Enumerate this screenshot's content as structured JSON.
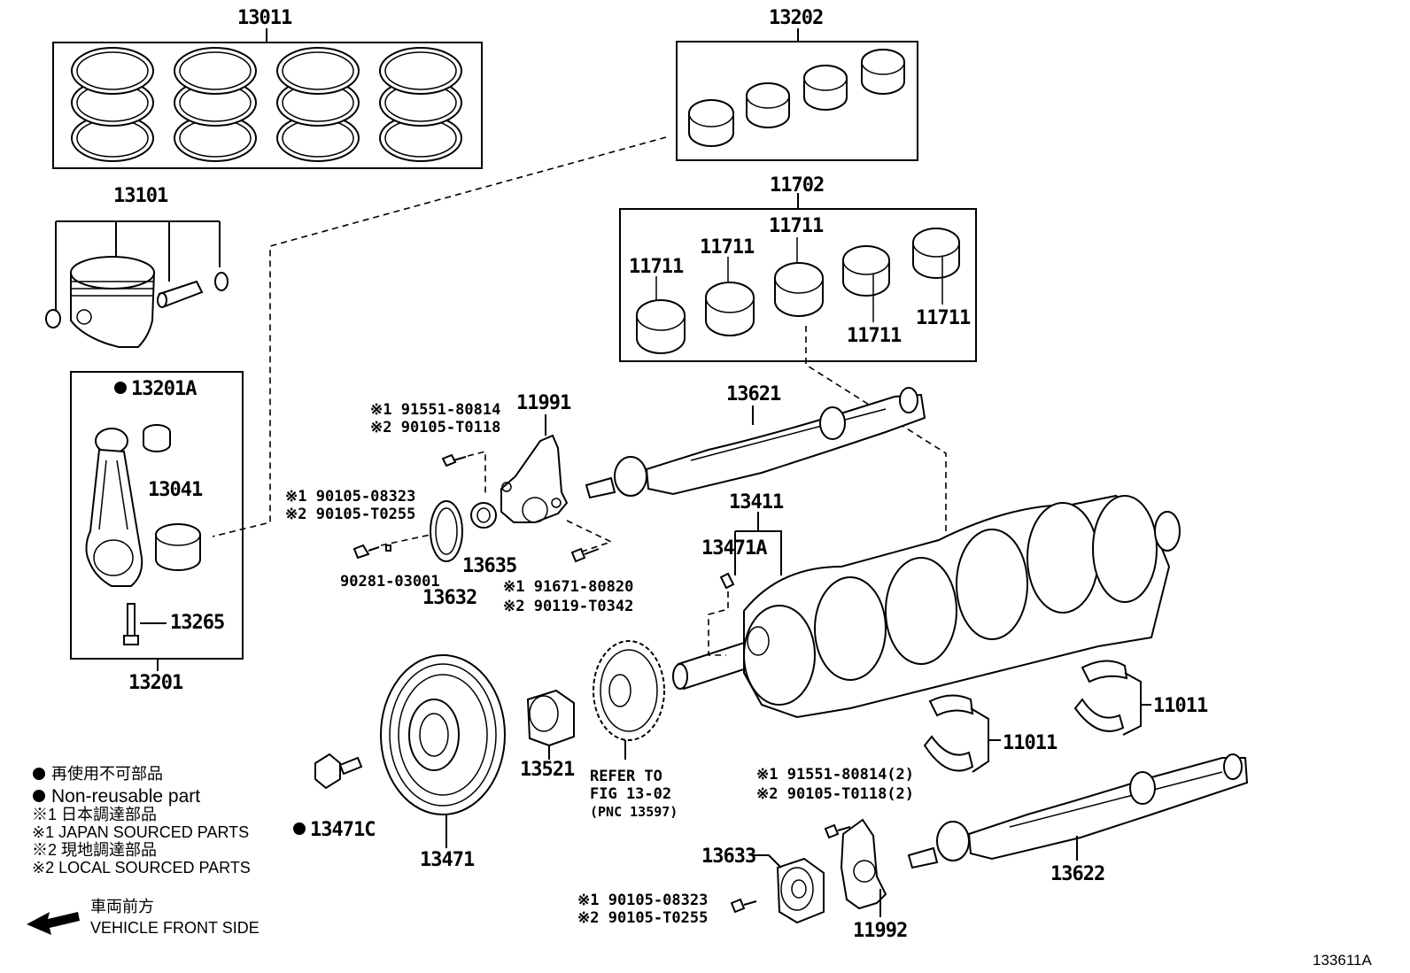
{
  "diagram_id": "133611A",
  "legend": {
    "non_reusable_jp": "再使用不可部品",
    "non_reusable_en": "Non-reusable part",
    "japan_sourced_jp": "※1  日本調達部品",
    "japan_sourced_en": "※1  JAPAN SOURCED PARTS",
    "local_sourced_jp": "※2  現地調達部品",
    "local_sourced_en": "※2  LOCAL SOURCED PARTS",
    "front_jp": "車両前方",
    "front_en": "VEHICLE FRONT SIDE"
  },
  "refer": {
    "line1": "REFER TO",
    "line2": "FIG 13-02",
    "line3": "(PNC 13597)"
  },
  "labels": {
    "p13011": "13011",
    "p13202": "13202",
    "p13101": "13101",
    "p11702": "11702",
    "p11711_a": "11711",
    "p11711_b": "11711",
    "p11711_c": "11711",
    "p11711_d": "11711",
    "p11711_e": "11711",
    "p13201A": "13201A",
    "p13041": "13041",
    "p13265": "13265",
    "p13201": "13201",
    "p11991": "11991",
    "p13621": "13621",
    "p13411": "13411",
    "p13471A": "13471A",
    "p13635": "13635",
    "p13632": "13632",
    "p90281": "90281-03001",
    "p13471": "13471",
    "p13521": "13521",
    "p13471C": "13471C",
    "p11011_a": "11011",
    "p11011_b": "11011",
    "p13622": "13622",
    "p13633": "13633",
    "p11992": "11992",
    "b1_1": "※1 91551-80814",
    "b1_2": "※2 90105-T0118",
    "b2_1": "※1 90105-08323",
    "b2_2": "※2 90105-T0255",
    "b3_1": "※1 91671-80820",
    "b3_2": "※2 90119-T0342",
    "b4_1": "※1 91551-80814(2)",
    "b4_2": "※2 90105-T0118(2)",
    "b5_1": "※1 90105-08323",
    "b5_2": "※2 90105-T0255"
  }
}
